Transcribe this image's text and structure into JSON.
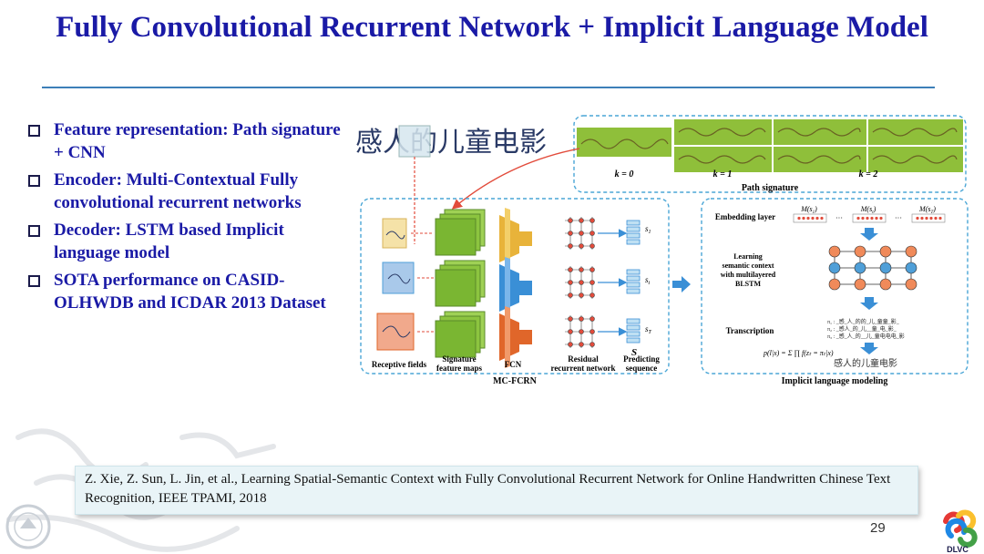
{
  "slide": {
    "title": "Fully Convolutional Recurrent Network + Implicit Language Model",
    "page_number": "29"
  },
  "bullets": [
    "Feature representation: Path signature + CNN",
    "Encoder: Multi-Contextual Fully convolutional recurrent networks",
    "Decoder: LSTM based Implicit language model",
    "SOTA performance on CASID-OLHWDB and ICDAR 2013 Dataset"
  ],
  "figure": {
    "path_signature_label": "Path signature",
    "k_labels": [
      "k = 0",
      "k = 1",
      "k = 2"
    ],
    "handwriting": "感人的儿童电影",
    "mc_fcrn_label": "MC-FCRN",
    "stage_labels": {
      "receptive": "Receptive fields",
      "signature_1": "Signature",
      "signature_2": "feature maps",
      "fcn": "FCN",
      "residual_1": "Residual",
      "residual_2": "recurrent network",
      "predicting_1": "Predicting",
      "predicting_2": "sequence"
    },
    "seq_labels": [
      "s",
      "s",
      "s"
    ],
    "seq_subscripts": [
      "1",
      "t",
      "T"
    ],
    "seq_symbol": "S",
    "embedding_layer": "Embedding layer",
    "m_labels": [
      "M(s",
      "M(s",
      "M(s"
    ],
    "m_subscripts": [
      "1",
      "t",
      "T"
    ],
    "learning_lines": [
      "Learning",
      "semantic context",
      "with multilayered",
      "BLSTM"
    ],
    "transcription": "Transcription",
    "transcription_lines": [
      "π₁ : _感_人_的的_儿_童童_影_",
      "π₂ : _感人_的_儿__童_电_影_",
      "π₃ : _感_人_的__儿_童电电电_影"
    ],
    "formula": "p(l|x) = Σ ∏ f(zₜ = πₜ|x)",
    "output_text": "感人的儿童电影",
    "implicit_lm_label": "Implicit language modeling"
  },
  "citation": "Z. Xie, Z. Sun, L. Jin, et al., Learning Spatial-Semantic Context with Fully Convolutional Recurrent Network for Online Handwritten Chinese Text Recognition, IEEE TPAMI, 2018",
  "logos": {
    "lab": "DLVC"
  },
  "colors": {
    "title": "#1a1aa6",
    "bullet_text": "#1a1aa6",
    "rule": "#3d7fb8",
    "dashed_box": "#4aa6d6",
    "citation_bg": "#e9f4f7",
    "fcn_yellow": "#e8b33a",
    "fcn_blue": "#3a8fd6",
    "fcn_orange": "#e0662a",
    "node_orange": "#f08a5a",
    "node_blue": "#4f9fd8"
  }
}
